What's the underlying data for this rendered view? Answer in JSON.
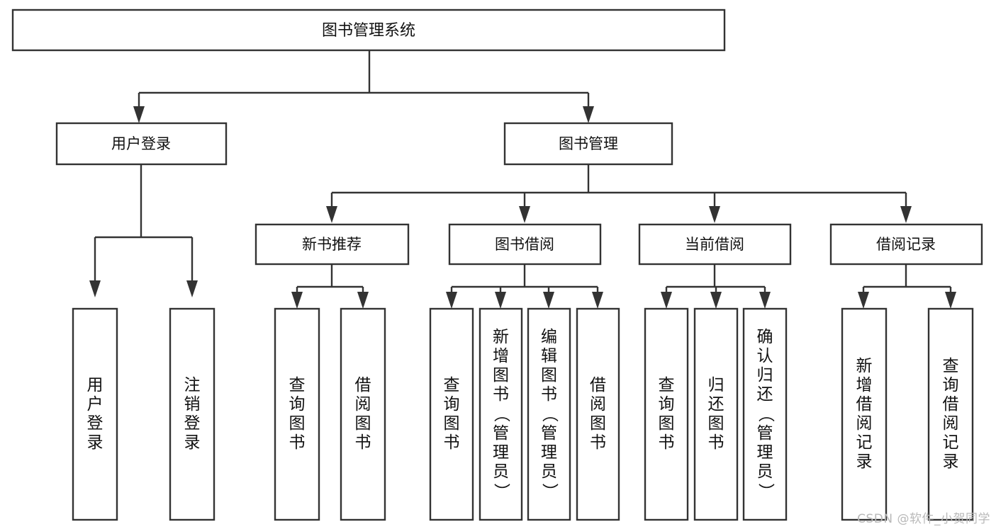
{
  "diagram": {
    "type": "tree",
    "title": "图书管理系统",
    "watermark": "CSDN @软件_小贺同学",
    "colors": {
      "box_stroke": "#333333",
      "box_fill": "#ffffff",
      "text": "#111111",
      "connector": "#333333",
      "watermark": "#b9b9b9",
      "background": "#ffffff"
    },
    "root": {
      "label": "图书管理系统"
    },
    "level2": [
      {
        "label": "用户登录"
      },
      {
        "label": "图书管理"
      }
    ],
    "level3": [
      {
        "label": "新书推荐"
      },
      {
        "label": "图书借阅"
      },
      {
        "label": "当前借阅"
      },
      {
        "label": "借阅记录"
      }
    ],
    "leaves": [
      {
        "label": "用户登录",
        "parent": "用户登录"
      },
      {
        "label": "注销登录",
        "parent": "用户登录"
      },
      {
        "label": "查询图书",
        "parent": "新书推荐"
      },
      {
        "label": "借阅图书",
        "parent": "新书推荐"
      },
      {
        "label": "查询图书",
        "parent": "图书借阅"
      },
      {
        "label": "新增图书（管理员）",
        "parent": "图书借阅"
      },
      {
        "label": "编辑图书（管理员）",
        "parent": "图书借阅"
      },
      {
        "label": "借阅图书",
        "parent": "图书借阅"
      },
      {
        "label": "查询图书",
        "parent": "当前借阅"
      },
      {
        "label": "归还图书",
        "parent": "当前借阅"
      },
      {
        "label": "确认归还（管理员）",
        "parent": "当前借阅"
      },
      {
        "label": "新增借阅记录",
        "parent": "借阅记录"
      },
      {
        "label": "查询借阅记录",
        "parent": "借阅记录"
      }
    ]
  }
}
